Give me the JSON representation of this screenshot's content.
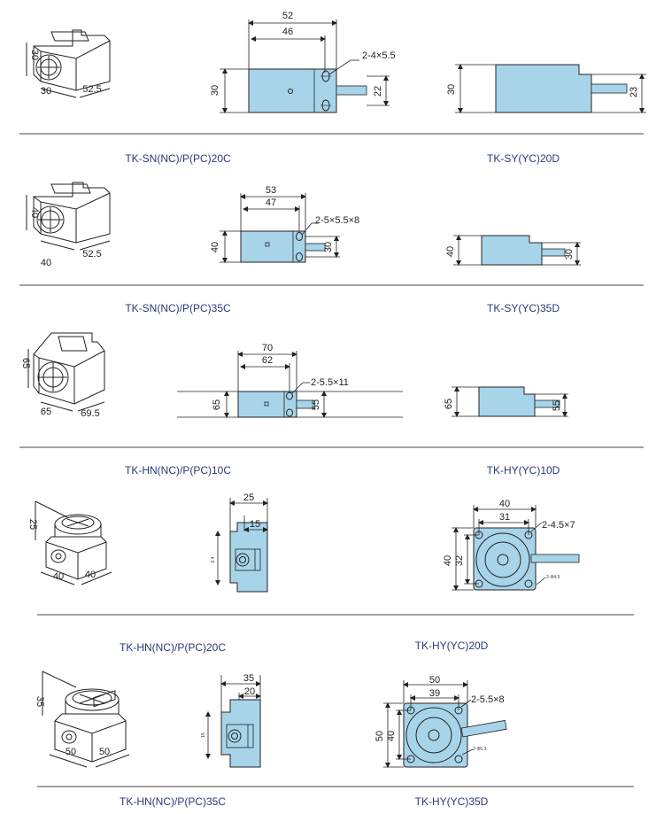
{
  "rows": [
    {
      "iso": {
        "d1": "30",
        "d2": "30",
        "d3": "52.5"
      },
      "front": {
        "w_outer": "52",
        "w_inner": "46",
        "h": "30",
        "h_inner": "22",
        "hole": "2-4×5.5"
      },
      "side": {
        "h": "30",
        "h_inner": "23"
      },
      "captions": {
        "left": "TK-SN(NC)/P(PC)20C",
        "right": "TK-SY(YC)20D"
      }
    },
    {
      "iso": {
        "d1": "40",
        "d2": "40",
        "d3": "52.5"
      },
      "front": {
        "w_outer": "53",
        "w_inner": "47",
        "h": "40",
        "h_inner": "30",
        "hole": "2-5×5.5×8"
      },
      "side": {
        "h": "40",
        "h_inner": "30"
      },
      "captions": {
        "left": "TK-SN(NC)/P(PC)35C",
        "right": "TK-SY(YC)35D"
      }
    },
    {
      "iso": {
        "d1": "65",
        "d2": "65",
        "d3": "69.5"
      },
      "front": {
        "w_outer": "70",
        "w_inner": "62",
        "h": "65",
        "h_inner": "55",
        "hole": "2-5.5×11"
      },
      "side": {
        "h": "65",
        "h_inner": "55"
      },
      "captions": {
        "left": "TK-HN(NC)/P(PC)10C",
        "right": "TK-HY(YC)10D"
      }
    },
    {
      "iso": {
        "d1": "25",
        "d2": "40",
        "d3": "40"
      },
      "sideview": {
        "w_outer": "25",
        "w_inner": "15",
        "v_label": "6.4"
      },
      "top": {
        "w_outer": "40",
        "w_inner": "31",
        "h_outer": "40",
        "h_inner": "32",
        "hole": "2-4.5×7",
        "tiny": "2-Φ4.5"
      },
      "captions": {
        "left": "TK-HN(NC)/P(PC)20C",
        "right": "TK-HY(YC)20D"
      }
    },
    {
      "iso": {
        "d1": "35",
        "d2": "50",
        "d3": "50"
      },
      "sideview": {
        "w_outer": "35",
        "w_inner": "20",
        "v_label": "15"
      },
      "top": {
        "w_outer": "50",
        "w_inner": "39",
        "h_outer": "50",
        "h_inner": "40",
        "hole": "2-5.5×8",
        "tiny": "2-Φ5.3"
      },
      "captions": {
        "left": "TK-HN(NC)/P(PC)35C",
        "right": "TK-HY(YC)35D"
      }
    }
  ],
  "colors": {
    "body": "#a8d4ea",
    "line": "#222222",
    "caption": "#2a3a78",
    "rule": "#444444"
  }
}
